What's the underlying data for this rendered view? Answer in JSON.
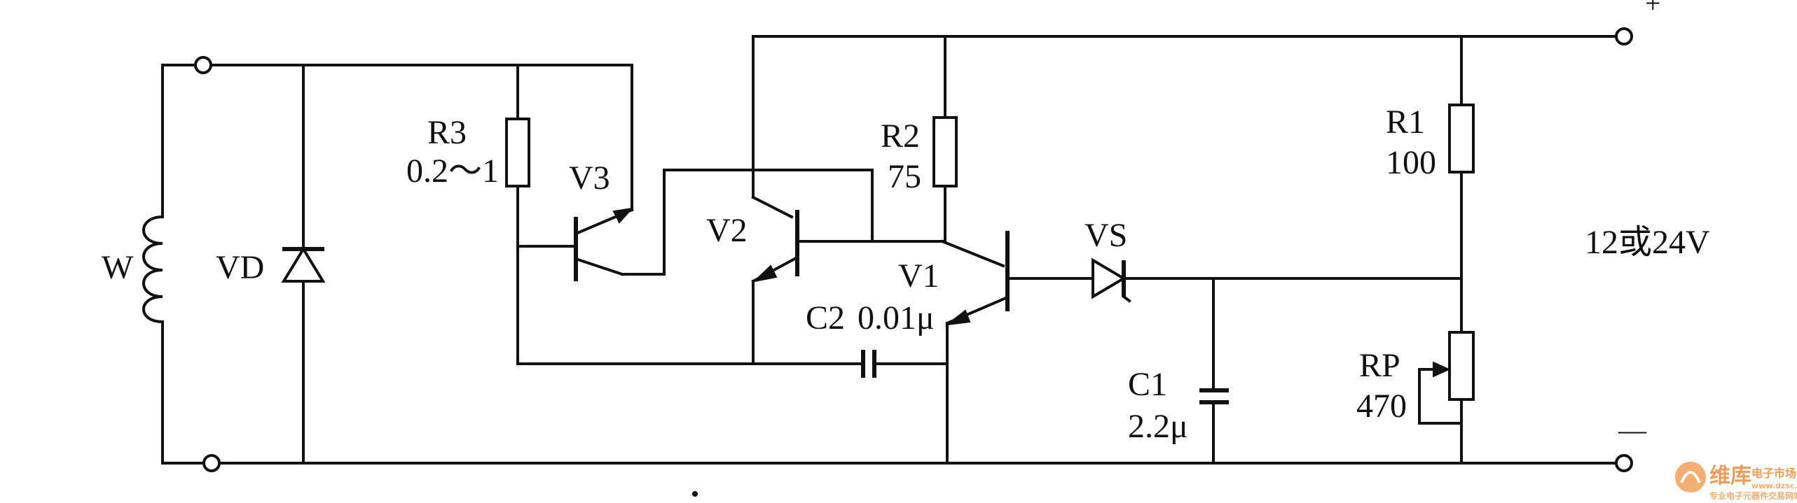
{
  "components": {
    "coil": "W",
    "diode": "VD",
    "r3": {
      "ref": "R3",
      "value": "0.2～1"
    },
    "v3": "V3",
    "v2": "V2",
    "r2": {
      "ref": "R2",
      "value": "75"
    },
    "v1": "V1",
    "vs": "VS",
    "r1": {
      "ref": "R1",
      "value": "100"
    },
    "c2": {
      "ref": "C2",
      "value": "0.01μ"
    },
    "c1": {
      "ref": "C1",
      "value": "2.2μ"
    },
    "rp": {
      "ref": "RP",
      "value": "470"
    }
  },
  "supply": {
    "voltage": "12或24V",
    "positive": "+",
    "negative": "—"
  },
  "watermark": {
    "brand": "维库",
    "sub": "电子市场网",
    "url": "www.dzsc.com",
    "tagline": "专业电子元器件交易网站"
  }
}
